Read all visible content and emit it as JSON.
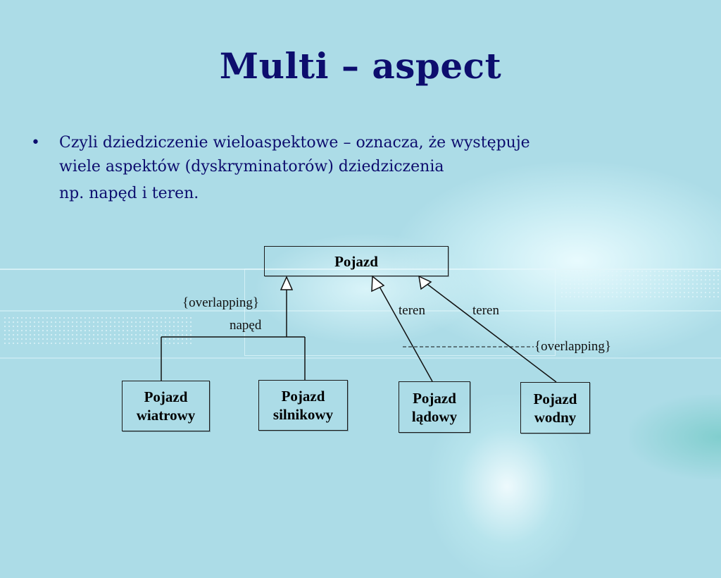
{
  "slide": {
    "title": "Multi – aspect",
    "bullet": {
      "marker": "•",
      "line1": "Czyli dziedziczenie wieloaspektowe – oznacza, że występuje",
      "line2": "wiele aspektów (dyskryminatorów) dziedziczenia",
      "example": "np. napęd i teren."
    },
    "colors": {
      "background": "#acdce7",
      "title": "#0d0d6e",
      "text": "#0d0d6e",
      "diagram_line": "#111111"
    }
  },
  "diagram": {
    "parent": {
      "label": "Pojazd"
    },
    "children": [
      {
        "line1": "Pojazd",
        "line2": "wiatrowy",
        "aspect": "napęd"
      },
      {
        "line1": "Pojazd",
        "line2": "silnikowy",
        "aspect": "napęd"
      },
      {
        "line1": "Pojazd",
        "line2": "lądowy",
        "aspect": "teren"
      },
      {
        "line1": "Pojazd",
        "line2": "wodny",
        "aspect": "teren"
      }
    ],
    "labels": {
      "left_constraint": "{overlapping}",
      "left_discriminator": "napęd",
      "right_discriminator_1": "teren",
      "right_discriminator_2": "teren",
      "right_constraint": "{overlapping}"
    }
  }
}
